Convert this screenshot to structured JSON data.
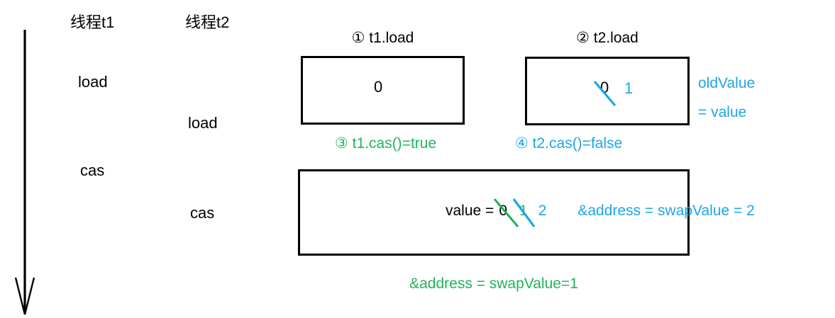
{
  "colors": {
    "ink": "#000000",
    "green": "#21b35a",
    "blue": "#1ea6e4"
  },
  "threads": {
    "t1_label": "线程t1",
    "t2_label": "线程t2"
  },
  "timeline": {
    "t1_load": "load",
    "t2_load": "load",
    "t1_cas": "cas",
    "t2_cas": "cas"
  },
  "step1": {
    "title": "① t1.load",
    "box_value": "0"
  },
  "step2": {
    "title": "② t2.load",
    "old_value": "0",
    "new_value": "1",
    "note_line1": "oldValue",
    "note_line2": "= value"
  },
  "step3": {
    "caption": "③ t1.cas()=true"
  },
  "step4": {
    "caption": "④ t2.cas()=false"
  },
  "memory": {
    "value_label": "value =",
    "value_initial": "0",
    "value_t1": "1",
    "value_t2": "2",
    "blue_note": "&address = swapValue = 2",
    "green_note": "&address = swapValue=1"
  }
}
